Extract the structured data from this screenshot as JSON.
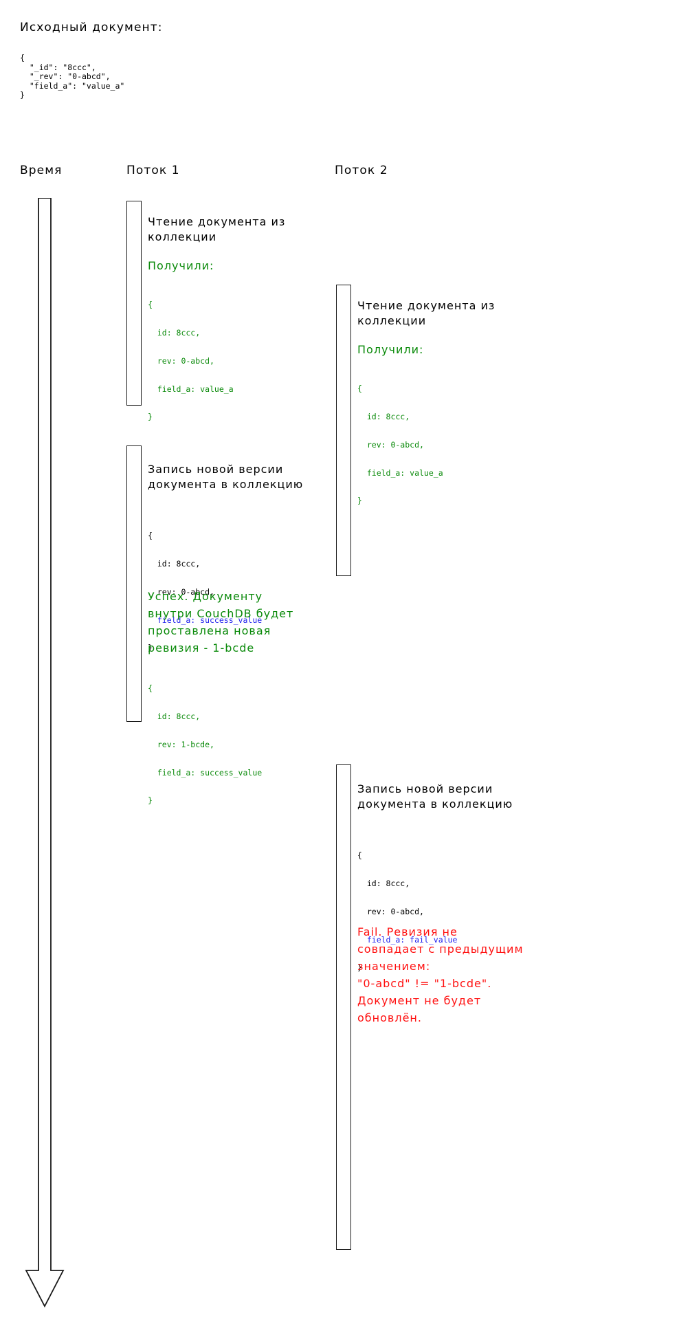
{
  "header": {
    "source_doc_label": "Исходный документ:",
    "source_doc_json": "{\n  \"_id\": \"8ccc\",\n  \"_rev\": \"0-abcd\",\n  \"field_a\": \"value_a\"\n}"
  },
  "columns": {
    "time": "Время",
    "thread1": "Поток 1",
    "thread2": "Поток 2"
  },
  "colors": {
    "text": "#000000",
    "success_green": "#0a8a0a",
    "fail_red": "#ff1010",
    "highlight_blue": "#2222ee",
    "bar_stroke": "#1a1a1a",
    "background": "#ffffff"
  },
  "thread1": {
    "steps": [
      {
        "id": "t1-read",
        "title": "Чтение документа из\nколлекции",
        "note": "Получили:",
        "note_color": "green",
        "json_lines": [
          {
            "text": "{",
            "color": "green"
          },
          {
            "text": "  id: 8ccc,",
            "color": "green"
          },
          {
            "text": "  rev: 0-abcd,",
            "color": "green"
          },
          {
            "text": "  field_a: value_a",
            "color": "green"
          },
          {
            "text": "}",
            "color": "green"
          }
        ]
      },
      {
        "id": "t1-write",
        "title": "Запись новой версии\nдокумента в коллекцию",
        "note": "",
        "note_color": "",
        "json_lines": [
          {
            "text": "{",
            "color": "black"
          },
          {
            "text": "  id: 8ccc,",
            "color": "black"
          },
          {
            "text": "  rev: 0-abcd,",
            "color": "black"
          },
          {
            "text": "  field_a: success_value",
            "color": "blue"
          },
          {
            "text": "}",
            "color": "black"
          }
        ]
      },
      {
        "id": "t1-success",
        "title": "",
        "note": "Успех. Документу\nвнутри CouchDB будет\nпроставлена новая\nревизия - 1-bcde",
        "note_color": "green",
        "json_lines": [
          {
            "text": "{",
            "color": "green"
          },
          {
            "text": "  id: 8ccc,",
            "color": "green"
          },
          {
            "text": "  rev: 1-bcde,",
            "color": "green"
          },
          {
            "text": "  field_a: success_value",
            "color": "green"
          },
          {
            "text": "}",
            "color": "green"
          }
        ]
      }
    ]
  },
  "thread2": {
    "steps": [
      {
        "id": "t2-read",
        "title": "Чтение документа из\nколлекции",
        "note": "Получили:",
        "note_color": "green",
        "json_lines": [
          {
            "text": "{",
            "color": "green"
          },
          {
            "text": "  id: 8ccc,",
            "color": "green"
          },
          {
            "text": "  rev: 0-abcd,",
            "color": "green"
          },
          {
            "text": "  field_a: value_a",
            "color": "green"
          },
          {
            "text": "}",
            "color": "green"
          }
        ]
      },
      {
        "id": "t2-write",
        "title": "Запись новой версии\nдокумента в коллекцию",
        "note": "",
        "note_color": "",
        "json_lines": [
          {
            "text": "{",
            "color": "black"
          },
          {
            "text": "  id: 8ccc,",
            "color": "black"
          },
          {
            "text": "  rev: 0-abcd,",
            "color": "black"
          },
          {
            "text": "  field_a: fail_value",
            "color": "blue"
          },
          {
            "text": "}",
            "color": "black"
          }
        ]
      },
      {
        "id": "t2-fail",
        "title": "",
        "note": "Fail. Ревизия не\nсовпадает с предыдущим\nзначением:\n\"0-abcd\" != \"1-bcde\".\nДокумент не будет\nобновлён.",
        "note_color": "red",
        "json_lines": []
      }
    ]
  }
}
